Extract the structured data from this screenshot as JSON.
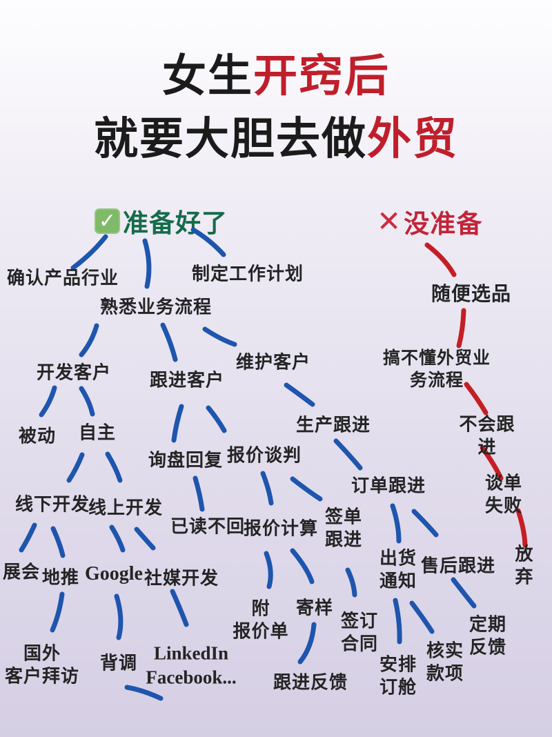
{
  "title": {
    "line1": [
      {
        "text": "女生",
        "color": "#1b1b1b"
      },
      {
        "text": "开窍后",
        "color": "#bf1f2b"
      }
    ],
    "line2": [
      {
        "text": "就要大胆去做",
        "color": "#1b1b1b"
      },
      {
        "text": "外贸",
        "color": "#bf1f2b"
      }
    ]
  },
  "branches": {
    "ready": {
      "icon": "✓",
      "label": "准备好了",
      "color": "#156b4a"
    },
    "not_ready": {
      "icon": "✕",
      "label": "没准备",
      "color": "#c22438"
    }
  },
  "colors": {
    "arrow_blue": "#1e55ad",
    "arrow_red": "#c41e24",
    "title_red": "#bf1f2b",
    "check_green": "#7fba68",
    "background_bottom": "#d6cfe4"
  },
  "nodes": {
    "confirm_industry": {
      "label": "确认产品行业"
    },
    "familiar_process": {
      "label": "熟悉业务流程"
    },
    "work_plan": {
      "label": "制定工作计划"
    },
    "random_pick": {
      "label": "随便选品"
    },
    "develop_customers": {
      "label": "开发客户"
    },
    "follow_customers": {
      "label": "跟进客户"
    },
    "maintain_customers": {
      "label": "维护客户"
    },
    "dont_understand_process": {
      "label": "搞不懂外贸业务流程"
    },
    "passive": {
      "label": "被动"
    },
    "active_dev": {
      "label": "自主"
    },
    "inquiry_reply": {
      "label": "询盘回复"
    },
    "quote_negotiation": {
      "label": "报价谈判"
    },
    "production_follow": {
      "label": "生产跟进"
    },
    "cant_follow": {
      "label": "不会跟进"
    },
    "order_follow": {
      "label": "订单跟进"
    },
    "deal_fail": {
      "label": "谈单失败"
    },
    "offline_dev": {
      "label": "线下开发"
    },
    "online_dev": {
      "label": "线上开发"
    },
    "read_no_reply": {
      "label": "已读不回"
    },
    "quote_calc": {
      "label": "报价计算"
    },
    "sign_follow": {
      "label": "签单\n跟进"
    },
    "exhibition": {
      "label": "展会"
    },
    "ground_promo": {
      "label": "地推"
    },
    "google": {
      "label": "Google"
    },
    "social_dev": {
      "label": "社媒开发"
    },
    "shipment_notice": {
      "label": "出货\n通知"
    },
    "aftersales_follow": {
      "label": "售后跟进"
    },
    "give_up": {
      "label": "放弃"
    },
    "attach_quote": {
      "label": "附\n报价单"
    },
    "sampling": {
      "label": "寄样"
    },
    "sign_contract": {
      "label": "签订\n合同"
    },
    "overseas_visit": {
      "label": "国外\n客户拜访"
    },
    "background_check": {
      "label": "背调"
    },
    "linkedin_facebook": {
      "label": "LinkedIn\nFacebook..."
    },
    "follow_feedback": {
      "label": "跟进反馈"
    },
    "arrange_shipping": {
      "label": "安排\n订舱"
    },
    "verify_payment": {
      "label": "核实\n款项"
    },
    "regular_feedback": {
      "label": "定期\n反馈"
    }
  },
  "edges": [
    {
      "from": "ready",
      "to": "confirm_industry",
      "color": "blue"
    },
    {
      "from": "ready",
      "to": "familiar_process",
      "color": "blue"
    },
    {
      "from": "ready",
      "to": "work_plan",
      "color": "blue"
    },
    {
      "from": "familiar_process",
      "to": "develop_customers",
      "color": "blue"
    },
    {
      "from": "familiar_process",
      "to": "follow_customers",
      "color": "blue"
    },
    {
      "from": "familiar_process",
      "to": "maintain_customers",
      "color": "blue"
    },
    {
      "from": "develop_customers",
      "to": "passive",
      "color": "blue"
    },
    {
      "from": "develop_customers",
      "to": "active_dev",
      "color": "blue"
    },
    {
      "from": "active_dev",
      "to": "offline_dev",
      "color": "blue"
    },
    {
      "from": "active_dev",
      "to": "online_dev",
      "color": "blue"
    },
    {
      "from": "offline_dev",
      "to": "exhibition",
      "color": "blue"
    },
    {
      "from": "offline_dev",
      "to": "ground_promo",
      "color": "blue"
    },
    {
      "from": "online_dev",
      "to": "google",
      "color": "blue"
    },
    {
      "from": "online_dev",
      "to": "social_dev",
      "color": "blue"
    },
    {
      "from": "ground_promo",
      "to": "overseas_visit",
      "color": "blue"
    },
    {
      "from": "google",
      "to": "background_check",
      "color": "blue"
    },
    {
      "from": "social_dev",
      "to": "linkedin_facebook",
      "color": "blue"
    },
    {
      "from": "linkedin_facebook",
      "to": "background_check",
      "color": "blue"
    },
    {
      "from": "follow_customers",
      "to": "inquiry_reply",
      "color": "blue"
    },
    {
      "from": "follow_customers",
      "to": "quote_negotiation",
      "color": "blue"
    },
    {
      "from": "inquiry_reply",
      "to": "read_no_reply",
      "color": "blue"
    },
    {
      "from": "quote_negotiation",
      "to": "quote_calc",
      "color": "blue"
    },
    {
      "from": "quote_negotiation",
      "to": "sign_follow",
      "color": "blue"
    },
    {
      "from": "quote_calc",
      "to": "attach_quote",
      "color": "blue"
    },
    {
      "from": "quote_calc",
      "to": "sampling",
      "color": "blue"
    },
    {
      "from": "sampling",
      "to": "follow_feedback",
      "color": "blue"
    },
    {
      "from": "sign_follow",
      "to": "sign_contract",
      "color": "blue"
    },
    {
      "from": "maintain_customers",
      "to": "production_follow",
      "color": "blue"
    },
    {
      "from": "production_follow",
      "to": "order_follow",
      "color": "blue"
    },
    {
      "from": "order_follow",
      "to": "shipment_notice",
      "color": "blue"
    },
    {
      "from": "order_follow",
      "to": "aftersales_follow",
      "color": "blue"
    },
    {
      "from": "shipment_notice",
      "to": "arrange_shipping",
      "color": "blue"
    },
    {
      "from": "shipment_notice",
      "to": "verify_payment",
      "color": "blue"
    },
    {
      "from": "aftersales_follow",
      "to": "regular_feedback",
      "color": "blue"
    },
    {
      "from": "not_ready",
      "to": "random_pick",
      "color": "red"
    },
    {
      "from": "random_pick",
      "to": "dont_understand_process",
      "color": "red"
    },
    {
      "from": "dont_understand_process",
      "to": "cant_follow",
      "color": "red"
    },
    {
      "from": "cant_follow",
      "to": "deal_fail",
      "color": "red"
    },
    {
      "from": "deal_fail",
      "to": "give_up",
      "color": "red"
    }
  ]
}
